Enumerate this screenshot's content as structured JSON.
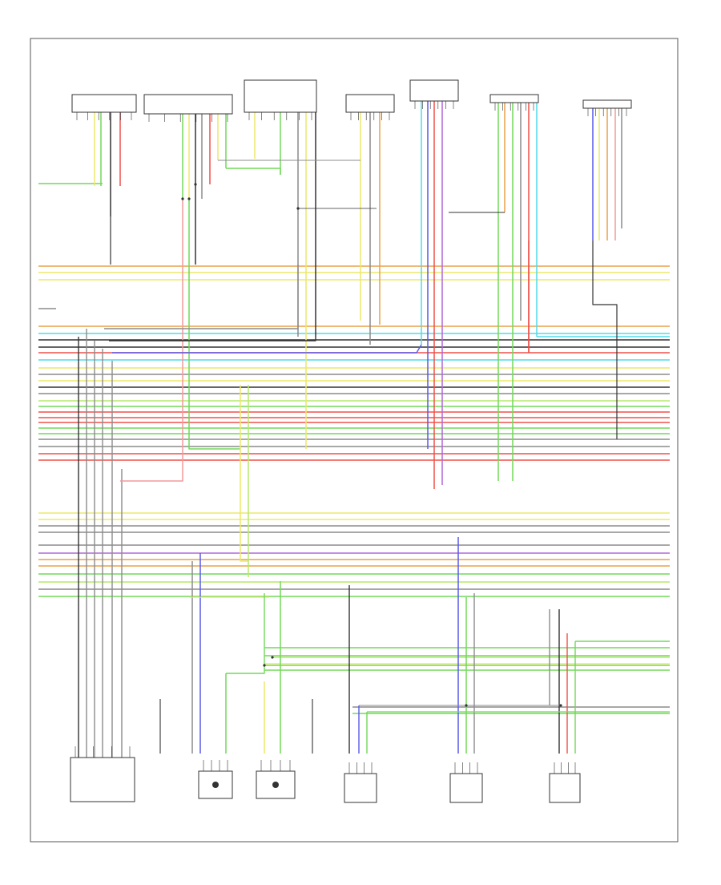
{
  "diagram": {
    "page_label": "",
    "colors": {
      "yellow": "#ece86a",
      "red": "#f0504a",
      "green": "#72d85a",
      "blue": "#5a5ae8",
      "gray": "#8c8c8c",
      "orange": "#e8a24a",
      "cyan": "#50dce8",
      "pink": "#f29a9a",
      "violet": "#b266d9",
      "lime": "#b7e86a",
      "black": "#333333",
      "ltgreen": "#a8f08c"
    },
    "top_components": [
      {
        "id": "c1",
        "title": ""
      },
      {
        "id": "c2",
        "title": ""
      },
      {
        "id": "c3",
        "title": ""
      },
      {
        "id": "c4",
        "title": ""
      },
      {
        "id": "c5",
        "title": ""
      },
      {
        "id": "c6",
        "title": ""
      },
      {
        "id": "c7",
        "title": ""
      }
    ],
    "bottom_components": [
      {
        "id": "b1",
        "title": ""
      },
      {
        "id": "b2",
        "title": ""
      },
      {
        "id": "b3",
        "title": ""
      },
      {
        "id": "b4",
        "title": ""
      },
      {
        "id": "b5",
        "title": ""
      },
      {
        "id": "b6",
        "title": ""
      }
    ]
  }
}
